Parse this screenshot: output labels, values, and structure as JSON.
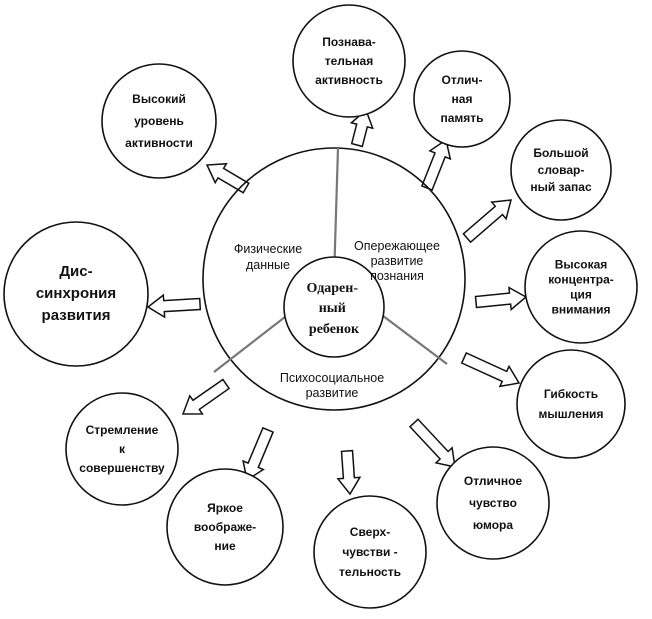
{
  "center": {
    "lines": [
      "Одарен-",
      "ный",
      "ребенок"
    ]
  },
  "sectors": [
    {
      "id": "physical",
      "lines": [
        "Физические",
        "данные"
      ]
    },
    {
      "id": "cognition",
      "lines": [
        "Опережающее",
        "развитие",
        "познания"
      ]
    },
    {
      "id": "psychosocial",
      "lines": [
        "Психосоциальное",
        "развитие"
      ]
    }
  ],
  "satellites": [
    {
      "id": "high-activity",
      "lines": [
        "Высокий",
        "уровень",
        "активности"
      ]
    },
    {
      "id": "cognitive-activity",
      "lines": [
        "Познава-",
        "тельная",
        "активность"
      ]
    },
    {
      "id": "excellent-memory",
      "lines": [
        "Отлич-",
        "ная",
        "память"
      ]
    },
    {
      "id": "large-vocabulary",
      "lines": [
        "Большой",
        "словар-",
        "ный запас"
      ]
    },
    {
      "id": "high-concentration",
      "lines": [
        "Высокая",
        "концентра-",
        "ция",
        "внимания"
      ]
    },
    {
      "id": "flexible-thinking",
      "lines": [
        "Гибкость",
        "мышления"
      ]
    },
    {
      "id": "sense-of-humor",
      "lines": [
        "Отличное",
        "чувство",
        "юмора"
      ]
    },
    {
      "id": "super-sensitivity",
      "lines": [
        "Сверх-",
        "чувстви -",
        "тельность"
      ]
    },
    {
      "id": "bright-imagination",
      "lines": [
        "Яркое",
        "воображе-",
        "ние"
      ]
    },
    {
      "id": "striving-perfection",
      "lines": [
        "Стремление",
        "к",
        "совершенству"
      ]
    },
    {
      "id": "dyssynchrony",
      "lines": [
        "Дис-",
        "синхрония",
        "развития"
      ]
    }
  ]
}
